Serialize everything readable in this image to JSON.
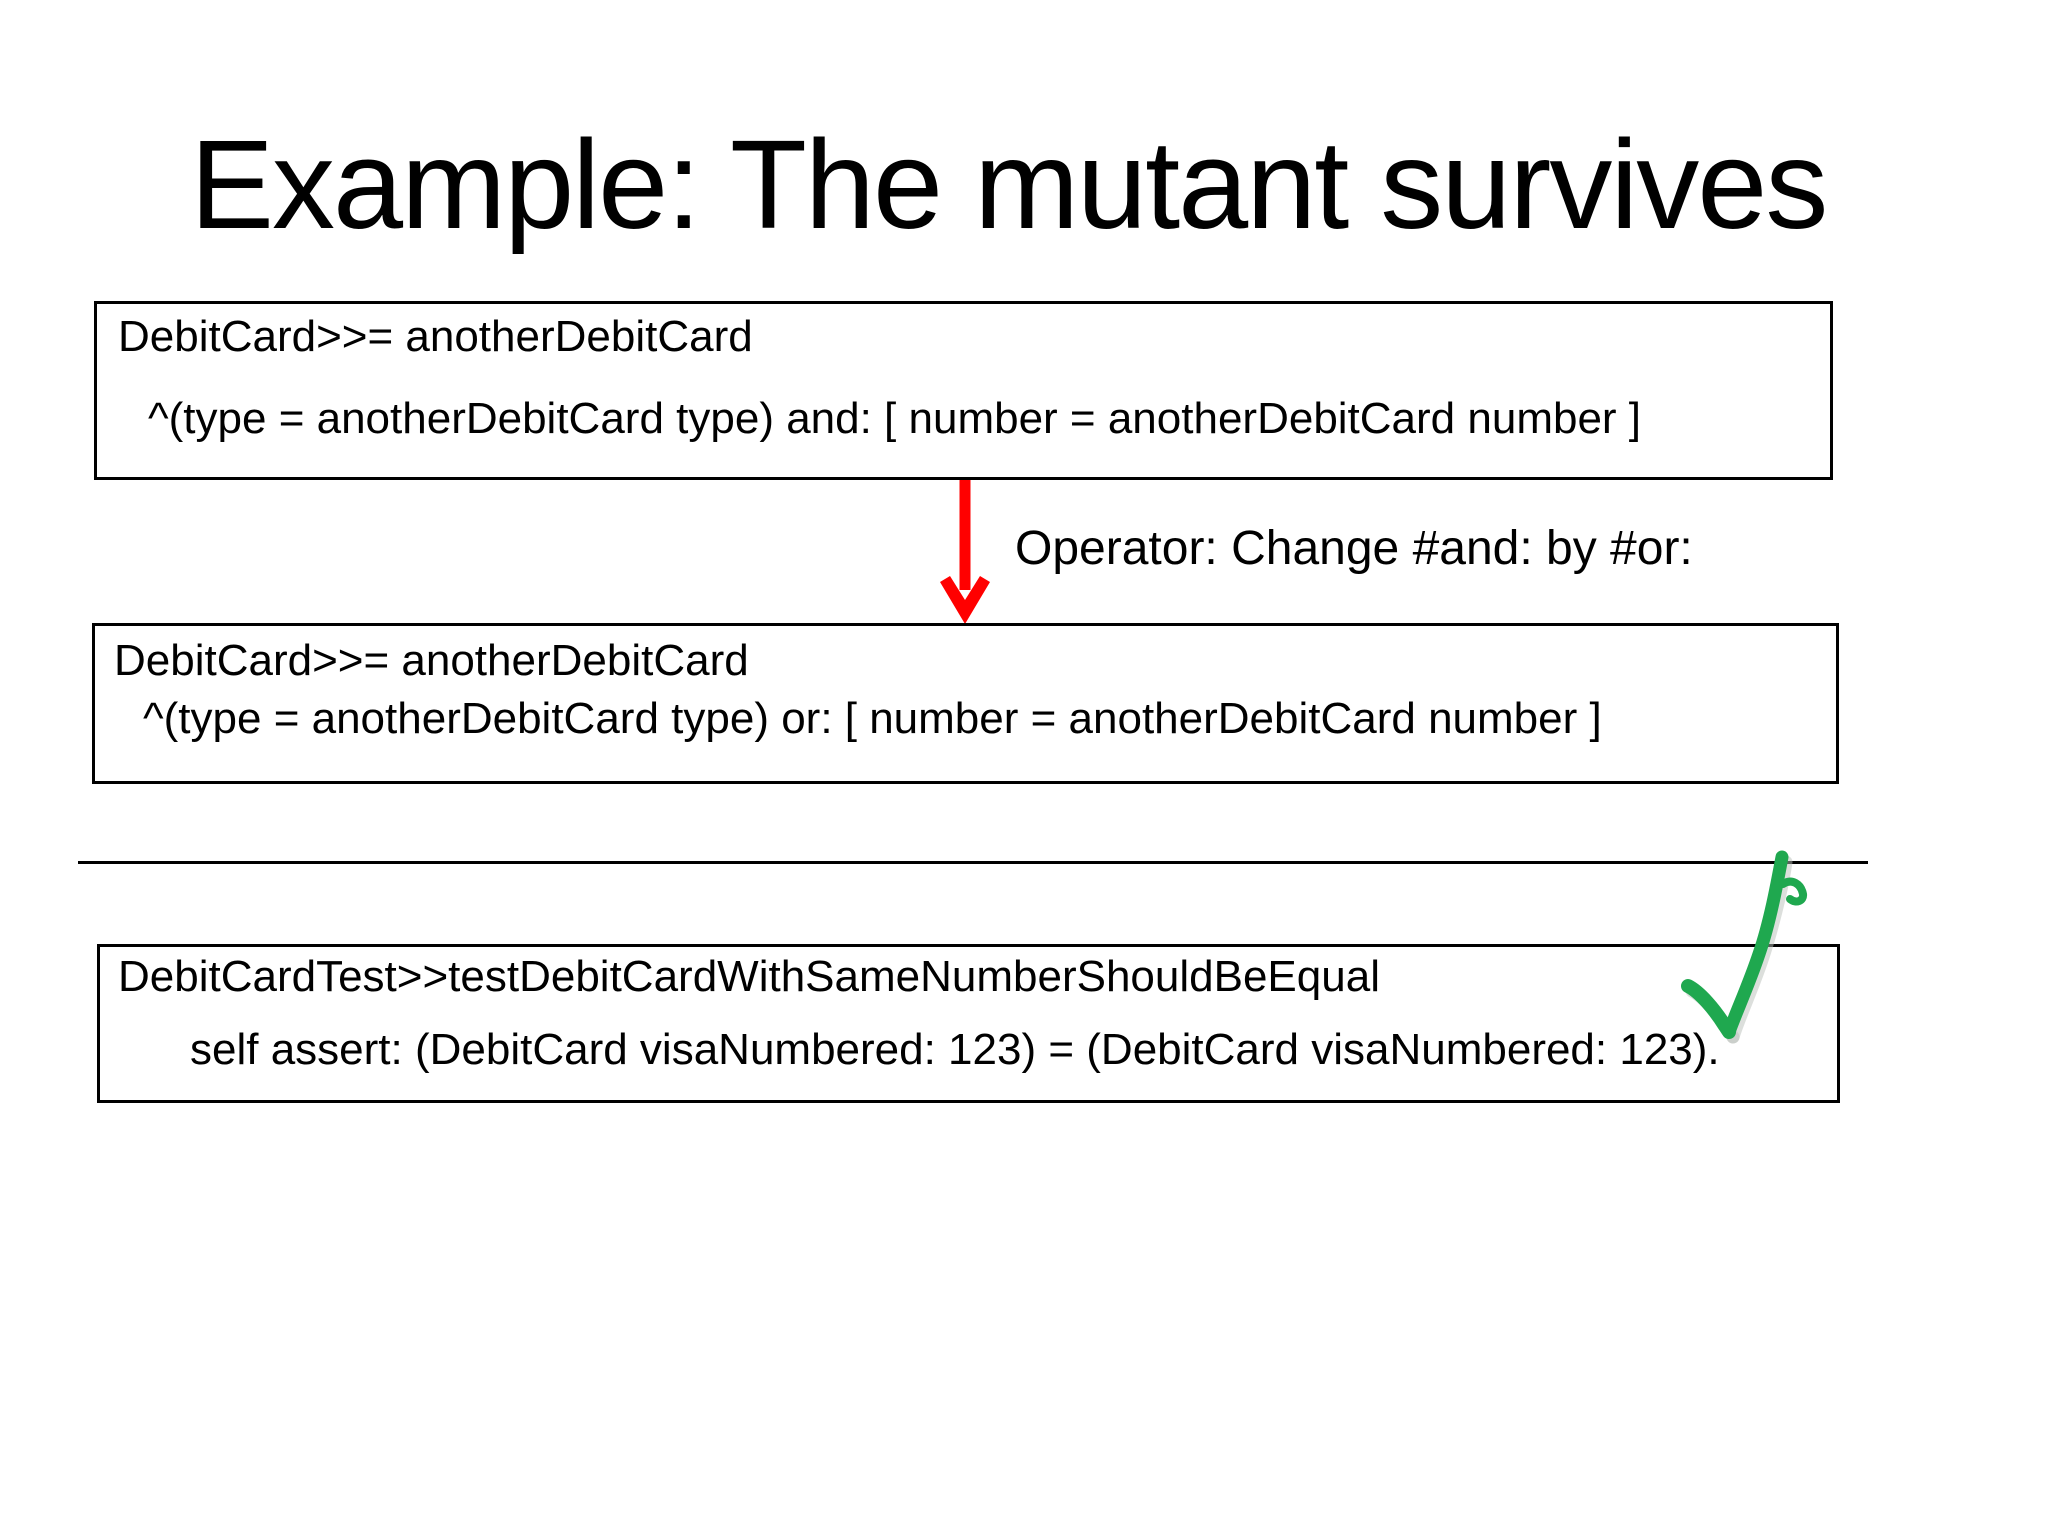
{
  "slide": {
    "title": "Example: The mutant survives",
    "code_box_original": {
      "line1": "DebitCard>>= anotherDebitCard",
      "line2": "^(type = anotherDebitCard type) and: [ number = anotherDebitCard number ]"
    },
    "mutation": {
      "operator_label": "Operator: Change #and: by #or:"
    },
    "code_box_mutant": {
      "line1": "DebitCard>>= anotherDebitCard",
      "line2": "^(type = anotherDebitCard type) or: [ number = anotherDebitCard number ]"
    },
    "code_box_test": {
      "line1": "DebitCardTest>>testDebitCardWithSameNumberShouldBeEqual",
      "line2": "self assert: (DebitCard visaNumbered: 123) = (DebitCard visaNumbered: 123)."
    },
    "icons": {
      "arrow_down": "red-down-arrow",
      "checkmark": "green-checkmark"
    },
    "colors": {
      "background": "#ffffff",
      "text_black": "#000000",
      "border_black": "#000000",
      "arrow_red": "#ff0000",
      "check_green": "#1fa84f"
    }
  }
}
